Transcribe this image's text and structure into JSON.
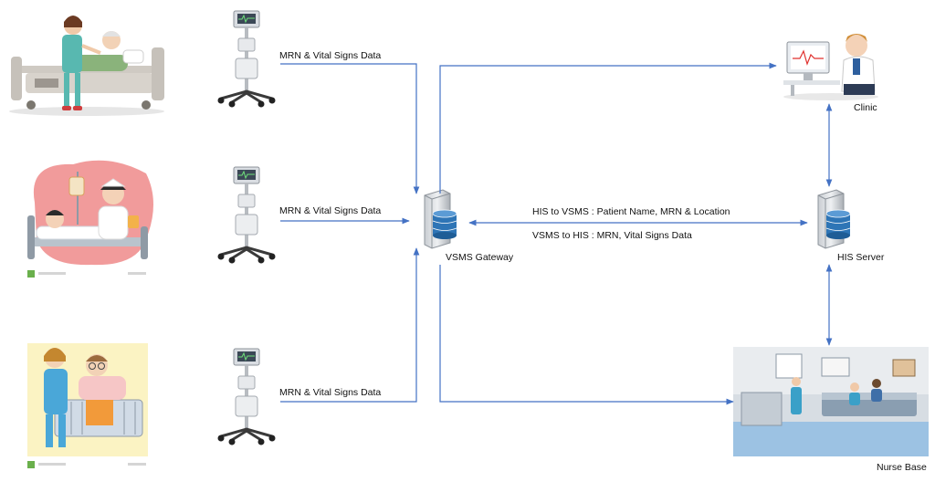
{
  "nodes": {
    "monitor_1_label": "MRN & Vital Signs Data",
    "monitor_2_label": "MRN & Vital Signs Data",
    "monitor_3_label": "MRN & Vital Signs Data",
    "gateway_label": "VSMS Gateway",
    "his_server_label": "HIS Server",
    "clinic_label": "Clinic",
    "nurse_base_label": "Nurse Base"
  },
  "links": {
    "his_to_vsms": "HIS to VSMS : Patient Name, MRN  & Location",
    "vsms_to_his": "VSMS to HIS : MRN, Vital Signs Data"
  },
  "icons": {
    "patient_scene_1": "nurse-with-elderly-patient-in-bed-illustration",
    "patient_scene_2": "nurse-with-child-patient-illustration",
    "patient_scene_3": "nurse-with-patient-in-bed-illustration",
    "monitor": "vital-signs-monitor-on-stand-icon",
    "server": "database-server-icon",
    "clinic": "doctor-at-computer-illustration",
    "nurse_base": "nurse-station-illustration"
  },
  "colors": {
    "arrow": "#4472c4",
    "server_db": "#2e75b6"
  }
}
